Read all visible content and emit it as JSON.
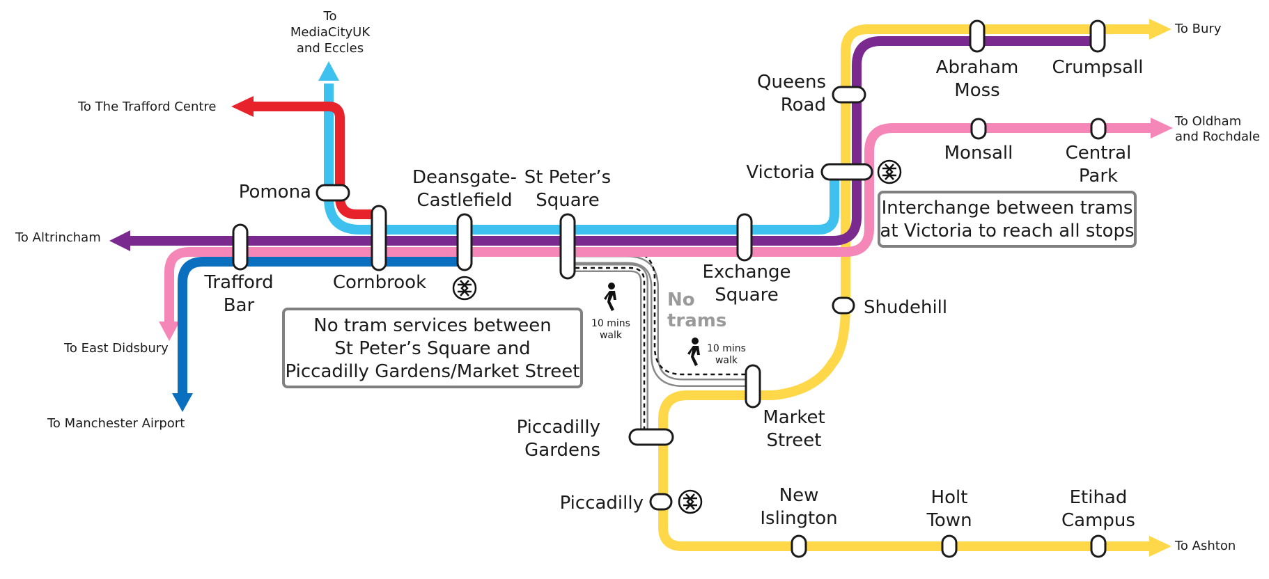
{
  "colors": {
    "yellow": "#ffd84a",
    "purple": "#7a2a8f",
    "pink": "#f487b8",
    "lightblue": "#3fc1f0",
    "red": "#e7222b",
    "darkblue": "#0a6fbf",
    "grey": "#808080",
    "text": "#1a1a1a"
  },
  "destinations": {
    "bury": "To Bury",
    "oldham1": "To Oldham",
    "oldham2": "and Rochdale",
    "media1": "To",
    "media2": "MediaCityUK",
    "media3": "and Eccles",
    "trafford_centre": "To The Trafford Centre",
    "altrincham": "To Altrincham",
    "east_didsbury": "To East Didsbury",
    "airport": "To Manchester Airport",
    "ashton": "To Ashton"
  },
  "stations": {
    "queens_road": [
      "Queens",
      "Road"
    ],
    "abraham_moss": [
      "Abraham",
      "Moss"
    ],
    "crumpsall": [
      "Crumpsall"
    ],
    "victoria": [
      "Victoria"
    ],
    "monsall": [
      "Monsall"
    ],
    "central_park": [
      "Central",
      "Park"
    ],
    "pomona": [
      "Pomona"
    ],
    "deansgate": [
      "Deansgate-",
      "Castlefield"
    ],
    "st_peters": [
      "St Peter’s",
      "Square"
    ],
    "trafford_bar": [
      "Trafford",
      "Bar"
    ],
    "cornbrook": [
      "Cornbrook"
    ],
    "exchange_square": [
      "Exchange",
      "Square"
    ],
    "shudehill": [
      "Shudehill"
    ],
    "market_street": [
      "Market",
      "Street"
    ],
    "piccadilly_gardens": [
      "Piccadilly",
      "Gardens"
    ],
    "piccadilly": [
      "Piccadilly"
    ],
    "new_islington": [
      "New",
      "Islington"
    ],
    "holt_town": [
      "Holt",
      "Town"
    ],
    "etihad_campus": [
      "Etihad",
      "Campus"
    ]
  },
  "notes": {
    "no_service": [
      "No tram services between",
      "St Peter’s Square and",
      "Piccadilly Gardens/Market Street"
    ],
    "interchange": [
      "Interchange between trams",
      "at Victoria to reach all stops"
    ],
    "no_trams": [
      "No",
      "trams"
    ]
  },
  "walks": {
    "walk1": [
      "10 mins",
      "walk"
    ],
    "walk2": [
      "10 mins",
      "walk"
    ]
  }
}
